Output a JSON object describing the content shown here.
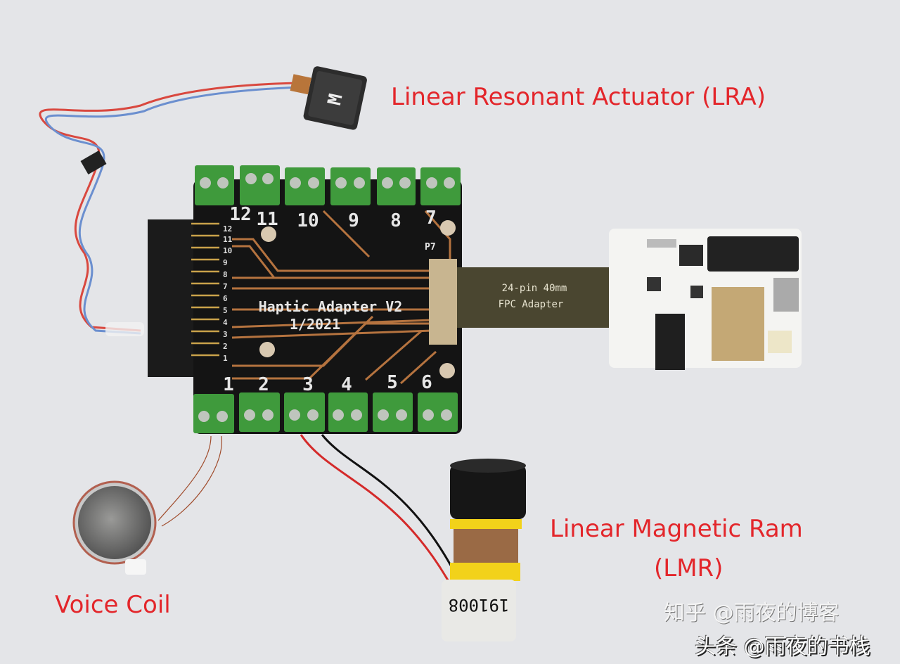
{
  "labels": {
    "lra": "Linear Resonant Actuator (LRA)",
    "lmr_line1": "Linear Magnetic Ram",
    "lmr_line2": "(LMR)",
    "voice_coil": "Voice Coil"
  },
  "lra_marking": "M",
  "pcb": {
    "title": "Haptic Adapter V2",
    "date": "1/2021",
    "connector_ref": "P7",
    "top_terminals": [
      "12",
      "11",
      "10",
      "9",
      "8",
      "7"
    ],
    "bottom_terminals": [
      "1",
      "2",
      "3",
      "4",
      "5",
      "6"
    ],
    "header_pins": [
      "12",
      "11",
      "10",
      "9",
      "8",
      "7",
      "6",
      "5",
      "4",
      "3",
      "2",
      "1"
    ]
  },
  "fpc": {
    "line1": "24-pin 40mm",
    "line2": "FPC Adapter"
  },
  "lmr_marking": "191008",
  "watermark": {
    "ghost": "知乎 @雨夜的博客",
    "main": "头条 @雨夜的书栈"
  },
  "colors": {
    "label": "#e3262b",
    "pcb": "#141414",
    "terminal": "#3f9a3c",
    "copper": "#b5733f",
    "background": "#e4e5e8"
  }
}
